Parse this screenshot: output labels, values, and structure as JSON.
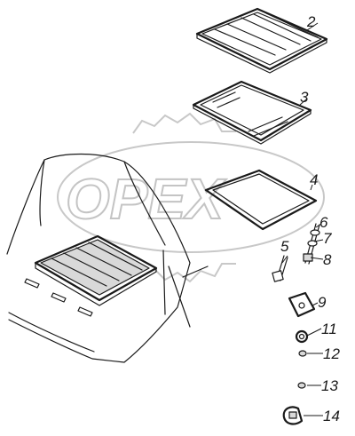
{
  "watermark": {
    "text": "OPEX"
  },
  "callouts": [
    {
      "id": "2",
      "label": "2"
    },
    {
      "id": "3",
      "label": "3"
    },
    {
      "id": "4",
      "label": "4"
    },
    {
      "id": "5",
      "label": "5"
    },
    {
      "id": "6",
      "label": "6"
    },
    {
      "id": "7",
      "label": "7"
    },
    {
      "id": "8",
      "label": "8"
    },
    {
      "id": "9",
      "label": "9"
    },
    {
      "id": "11",
      "label": "11"
    },
    {
      "id": "12",
      "label": "12"
    },
    {
      "id": "13",
      "label": "13"
    },
    {
      "id": "14",
      "label": "14"
    }
  ]
}
